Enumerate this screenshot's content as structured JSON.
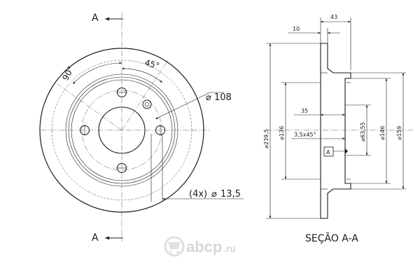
{
  "front_view": {
    "section_marker_top": "A",
    "section_marker_bottom": "A",
    "angle_90": "90°",
    "angle_45": "45°",
    "pcd": "108",
    "holes": "(4x)",
    "hole_diameter": "13,5"
  },
  "section_view": {
    "title": "SEÇÃO A-A",
    "dim_overall_width": "43",
    "dim_disc_thickness": "10",
    "dim_outer_diameter": "239,5",
    "dim_hat_diameter": "136",
    "dim_hub_depth": "35",
    "dim_chamfer": "3,5x45°",
    "dim_center_bore": "63,55",
    "dim_hub_outer": "146",
    "dim_flange": "159",
    "datum_label": "A"
  },
  "watermark": {
    "brand": "abcp",
    "domain": ".ru"
  },
  "colors": {
    "ink": "#1a1a1a",
    "watermark": "#d7d7d7",
    "watermark_icon": "#e0e0e0"
  }
}
